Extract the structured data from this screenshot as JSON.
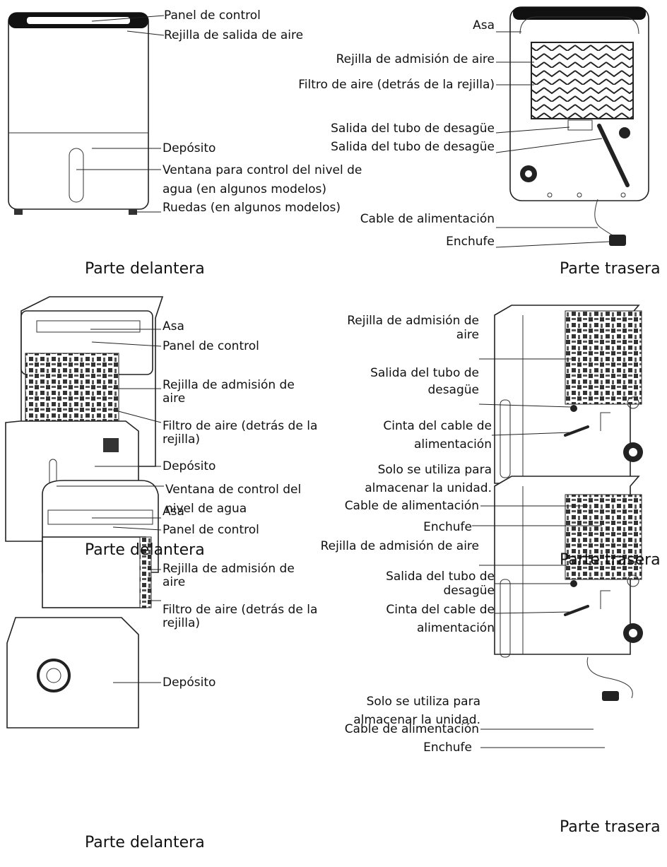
{
  "section1": {
    "front": {
      "caption": "Parte delantera",
      "labels": {
        "control_panel": "Panel de control",
        "air_outlet_grille": "Rejilla de salida de aire",
        "tank": "Depósito",
        "water_window": "Ventana para control del nivel de agua (en algunos modelos)",
        "wheels": "Ruedas (en algunos modelos)"
      }
    },
    "back": {
      "caption": "Parte trasera",
      "labels": {
        "handle": "Asa",
        "air_intake_grille": "Rejilla de admisión de aire",
        "air_filter": "Filtro de aire (detrás de la rejilla)",
        "drain_outlet_1": "Salida del tubo de desagüe",
        "drain_outlet_2": "Salida del tubo de desagüe",
        "power_cord": "Cable de alimentación",
        "plug": "Enchufe"
      }
    }
  },
  "section2": {
    "front": {
      "caption": "Parte delantera",
      "labels": {
        "handle": "Asa",
        "control_panel": "Panel de control",
        "air_intake_grille": "Rejilla de admisión de aire",
        "air_filter": "Filtro de aire (detrás de la rejilla)",
        "tank": "Depósito",
        "water_window": "Ventana de control del nivel de agua"
      }
    },
    "back": {
      "caption": "Parte trasera",
      "labels": {
        "air_intake_grille": "Rejilla de admisión de aire",
        "drain_outlet": "Salida del tubo de desagüe",
        "cord_strap": "Cinta del cable de alimentación",
        "storage_note": "Solo se utiliza para almacenar la unidad.",
        "power_cord": "Cable de alimentación",
        "plug": "Enchufe"
      }
    }
  },
  "section3": {
    "front": {
      "caption": "Parte delantera",
      "labels": {
        "handle": "Asa",
        "control_panel": "Panel de control",
        "air_intake_grille": "Rejilla de admisión de aire",
        "air_filter": "Filtro de aire (detrás de la rejilla)",
        "tank": "Depósito"
      }
    },
    "back": {
      "caption": "Parte trasera",
      "labels": {
        "air_intake_grille": "Rejilla de admisión de aire",
        "drain_outlet": "Salida del tubo de desagüe",
        "cord_strap": "Cinta del cable de alimentación",
        "storage_note": "Solo se utiliza para almacenar la unidad.",
        "power_cord": "Cable de alimentación",
        "plug": "Enchufe"
      }
    }
  }
}
